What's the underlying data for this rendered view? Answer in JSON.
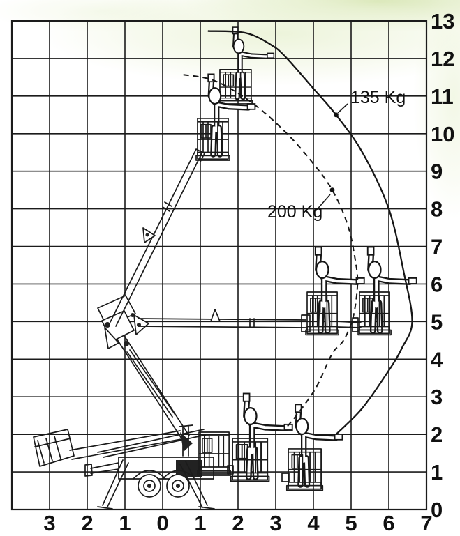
{
  "page": {
    "background_color": "#ffffff",
    "decor_green": "#dce8bf",
    "line_color": "#1b1b1b",
    "text_color": "#111111"
  },
  "chart_data": {
    "type": "line",
    "title": "",
    "xlabel": "",
    "ylabel": "",
    "grid": true,
    "x_tick_labels": [
      "3",
      "2",
      "1",
      "0",
      "1",
      "2",
      "3",
      "4",
      "5",
      "6",
      "7"
    ],
    "y_tick_labels": [
      "13",
      "12",
      "11",
      "10",
      "9",
      "8",
      "7",
      "6",
      "5",
      "4",
      "3",
      "2",
      "1",
      "0"
    ],
    "xlim_m": [
      -4,
      7
    ],
    "ylim_m": [
      0,
      13.7
    ],
    "series": [
      {
        "name": "135 Kg",
        "line_style": "solid",
        "marker_point_m": [
          4.6,
          10.5
        ],
        "points_m": [
          [
            1.2,
            12.73
          ],
          [
            2.2,
            12.68
          ],
          [
            2.9,
            12.35
          ],
          [
            3.3,
            12.0
          ],
          [
            4.0,
            11.2
          ],
          [
            4.6,
            10.5
          ],
          [
            5.3,
            9.5
          ],
          [
            6.0,
            8.0
          ],
          [
            6.4,
            6.3
          ],
          [
            6.62,
            5.0
          ],
          [
            6.35,
            4.3
          ],
          [
            6.0,
            3.7
          ],
          [
            5.3,
            2.7
          ],
          [
            4.6,
            2.0
          ]
        ]
      },
      {
        "name": "200 Kg",
        "line_style": "dashed",
        "marker_point_m": [
          4.5,
          8.5
        ],
        "points_m": [
          [
            0.55,
            11.57
          ],
          [
            1.4,
            11.4
          ],
          [
            2.4,
            10.8
          ],
          [
            3.3,
            10.0
          ],
          [
            4.0,
            9.2
          ],
          [
            4.5,
            8.5
          ],
          [
            4.9,
            7.6
          ],
          [
            5.1,
            6.7
          ],
          [
            5.17,
            6.0
          ],
          [
            5.05,
            5.1
          ],
          [
            4.8,
            4.5
          ],
          [
            4.5,
            4.15
          ],
          [
            4.1,
            3.3
          ],
          [
            3.7,
            2.7
          ],
          [
            3.3,
            2.2
          ]
        ]
      }
    ]
  }
}
